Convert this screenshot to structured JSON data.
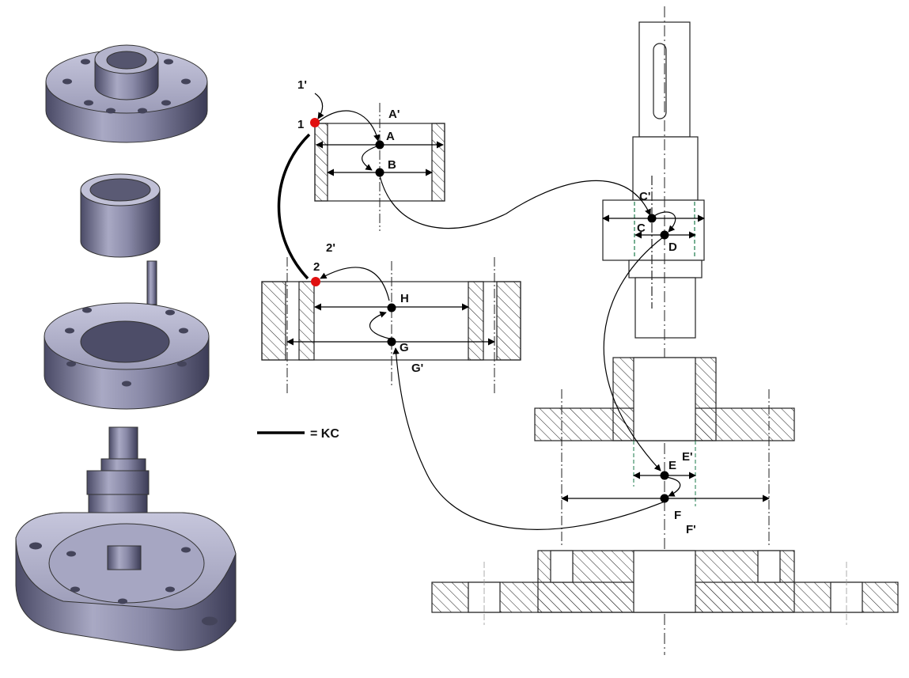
{
  "labels": {
    "p1": "1",
    "p1p": "1'",
    "p2": "2",
    "p2p": "2'",
    "A": "A",
    "Ap": "A'",
    "B": "B",
    "C": "C",
    "Cp": "C'",
    "D": "D",
    "E": "E",
    "Ep": "E'",
    "F": "F",
    "Fp": "F'",
    "G": "G",
    "Gp": "G'",
    "H": "H"
  },
  "legend": {
    "kc": "= KC"
  },
  "colors": {
    "reference_point": "#e01010",
    "feature_point": "#000000",
    "centerline": "#000000",
    "fit_line": "#1a7a4a"
  }
}
